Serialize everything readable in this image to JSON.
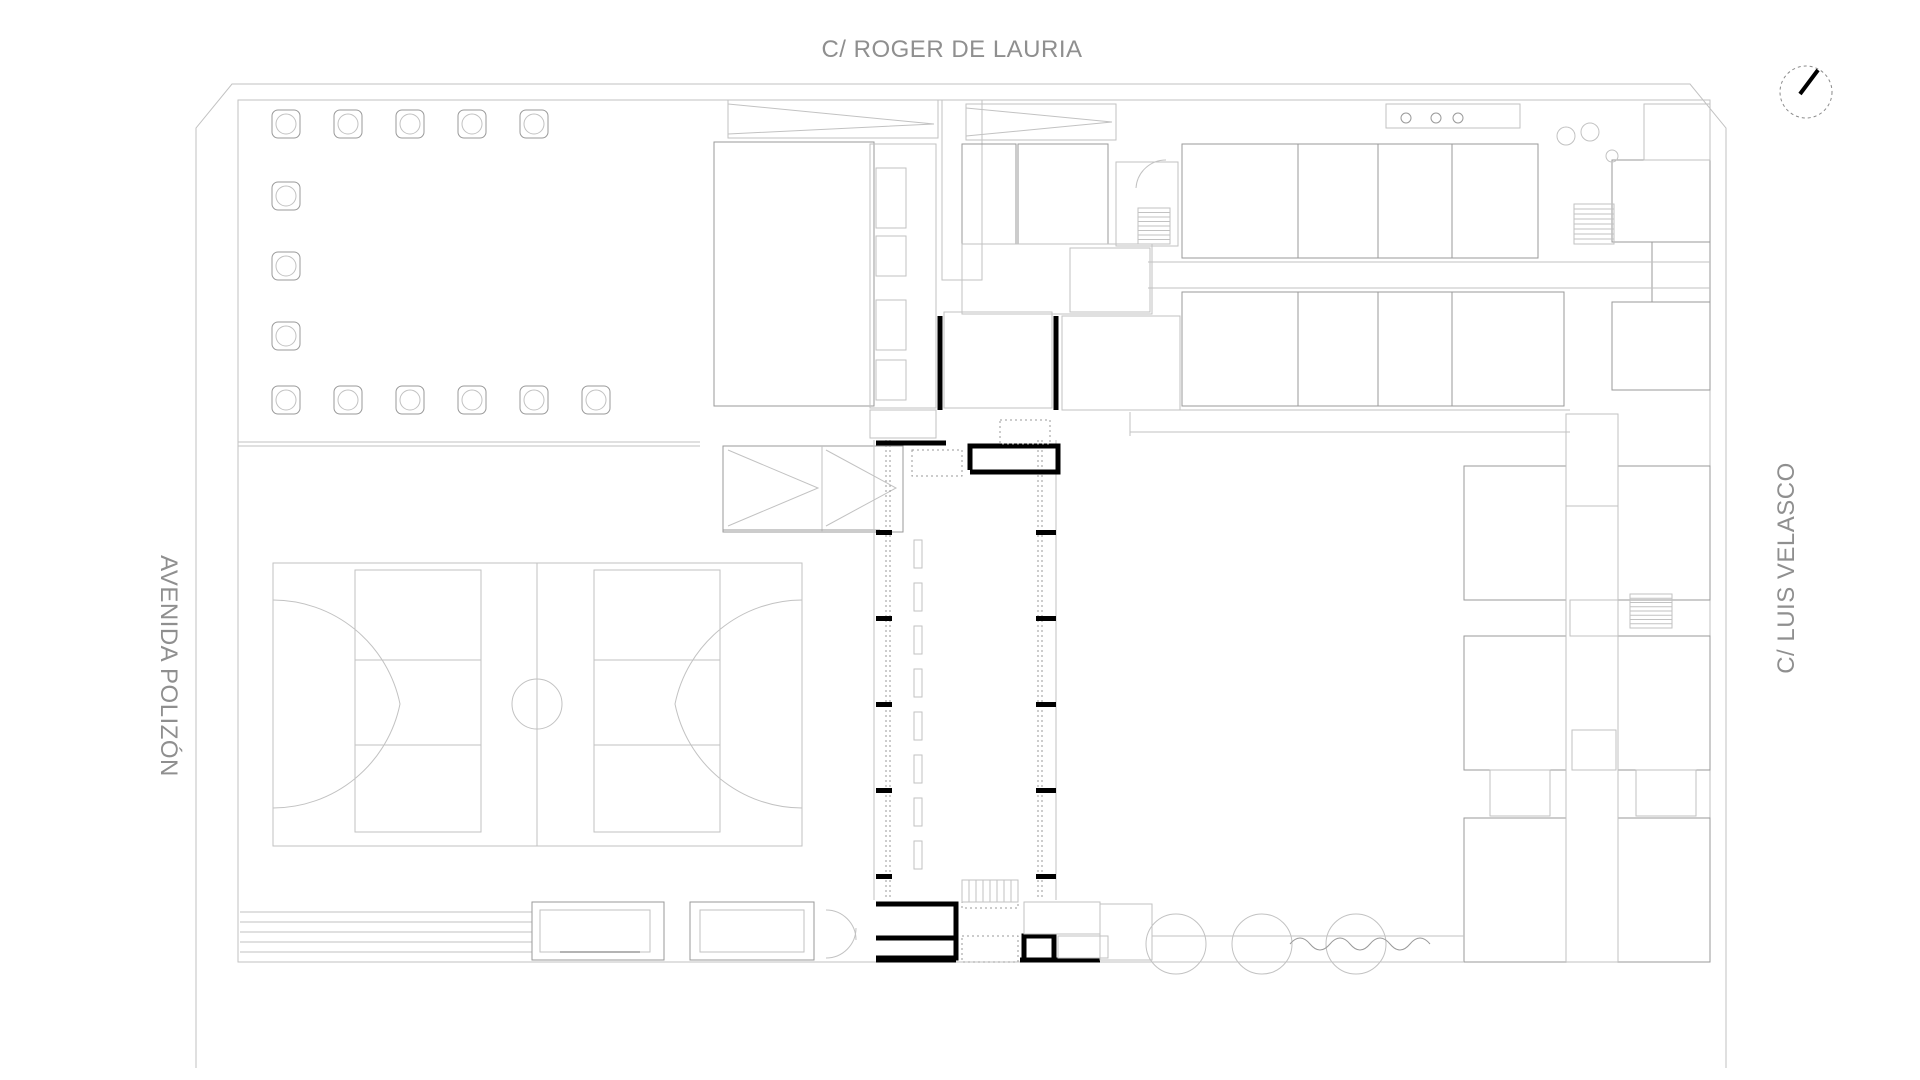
{
  "streets": {
    "top": "C/ ROGER DE LAURIA",
    "left": "AVENIDA POLIZÓN",
    "right": "C/ LUIS VELASCO"
  },
  "icons": {
    "north_arrow": "north-arrow-icon"
  },
  "colors": {
    "background": "#ffffff",
    "street_label": "#8f8f8f",
    "plan_lines": "#c2c2c2",
    "new_walls": "#000000"
  }
}
